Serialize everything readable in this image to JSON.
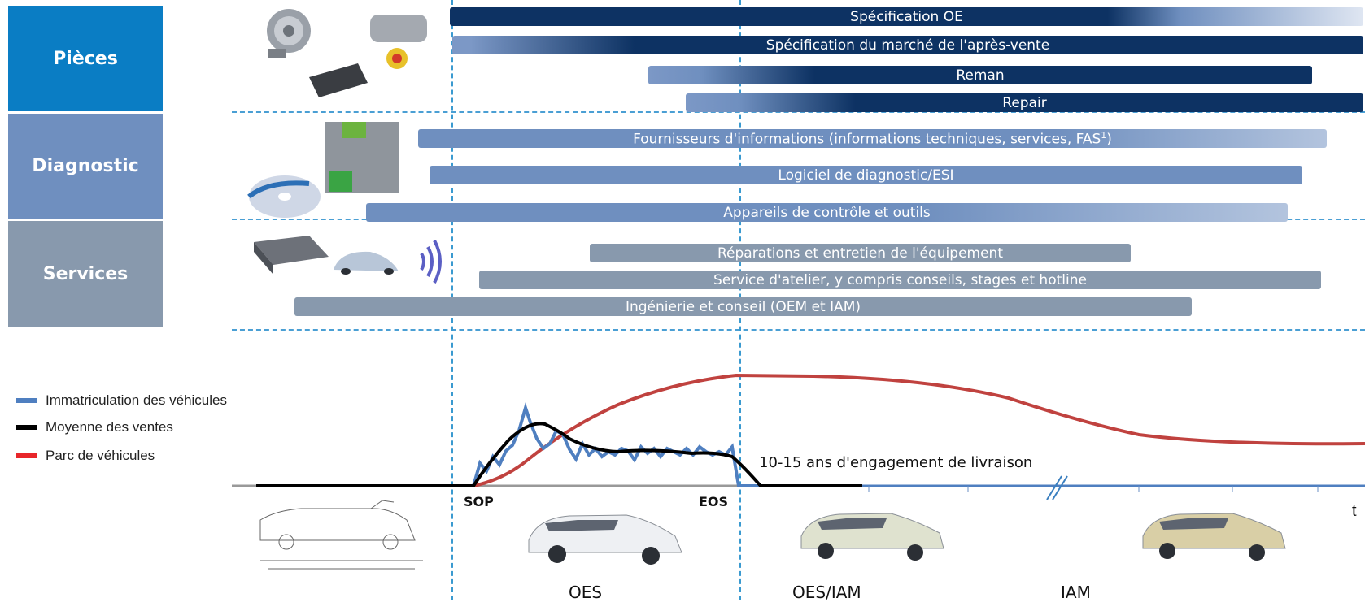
{
  "categories": {
    "parts": "Pièces",
    "diagnostic": "Diagnostic",
    "services": "Services"
  },
  "bars": {
    "oe_spec": "Spécification OE",
    "aftermarket_spec": "Spécification du marché de l'après-vente",
    "reman": "Reman",
    "repair": "Repair",
    "info_suppliers": "Fournisseurs d'informations (informations techniques, services, FAS",
    "info_suppliers_sup": "1",
    "info_suppliers_close": ")",
    "diag_software": "Logiciel de diagnostic/ESI",
    "test_equipment": "Appareils de contrôle et outils",
    "equipment_repair": "Réparations et entretien de l'équipement",
    "workshop_service": "Service d'atelier, y compris conseils, stages et hotline",
    "engineering": "Ingénierie et conseil (OEM et IAM)"
  },
  "legend": {
    "registration": "Immatriculation des véhicules",
    "sales_avg": "Moyenne des ventes",
    "fleet": "Parc de véhicules"
  },
  "timeline": {
    "sop": "SOP",
    "eos": "EOS",
    "delivery_commitment": "10-15 ans d'engagement de livraison",
    "t_axis": "t"
  },
  "phases": {
    "oes": "OES",
    "oes_iam": "OES/IAM",
    "iam": "IAM"
  },
  "colors": {
    "parts_blue": "#0a7dc4",
    "diagnostic_blue": "#6f8fbf",
    "services_grey": "#8899ad",
    "dark_navy": "#0d3263",
    "registration_line": "#4f7fc0",
    "sales_line": "#000000",
    "fleet_line": "#c0423f"
  },
  "icons": {
    "wireless": "wireless-signal-icon"
  }
}
